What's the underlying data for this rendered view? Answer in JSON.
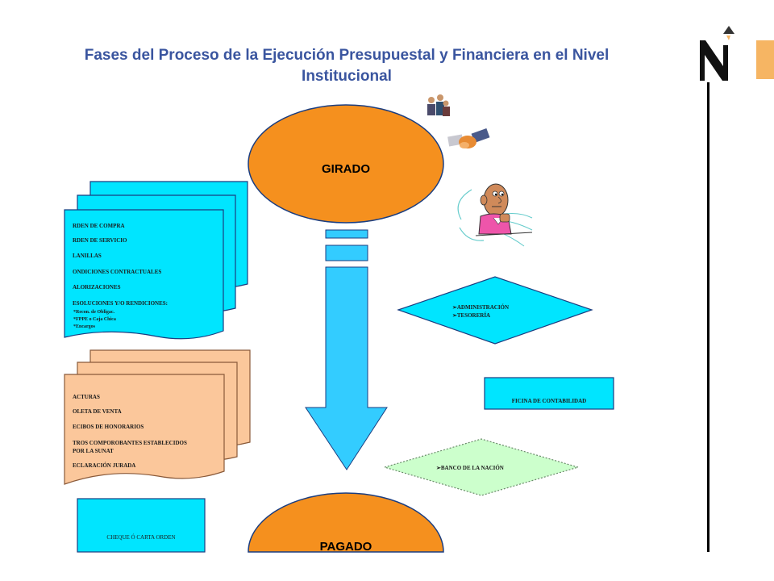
{
  "title": {
    "line1": "Fases del Proceso de la Ejecución Presupuestal y Financiera en el Nivel",
    "line2": "Institucional"
  },
  "colors": {
    "title": "#3a559f",
    "ellipse_fill": "#f5901e",
    "cyan_fill": "#00e5ff",
    "peach_fill": "#fbc79b",
    "green_fill": "#ccffcc",
    "logo_accent": "#f6b563"
  },
  "ellipses": {
    "girado": "GIRADO",
    "pagado": "PAGADO"
  },
  "cyan_doc": {
    "lines": [
      "RDEN DE COMPRA",
      "RDEN DE SERVICIO",
      "LANILLAS",
      "ONDICIONES CONTRACTUALES",
      "ALORIZACIONES",
      "ESOLUCIONES Y/O RENDICIONES:",
      "*Recon. de Obligac.",
      "*FPPE o Caja Chica",
      "*Encargos"
    ]
  },
  "peach_doc": {
    "lines": [
      "ACTURAS",
      "OLETA DE VENTA",
      "ECIBOS DE HONORARIOS",
      "TROS COMPOROBANTES ESTABLECIDOS",
      "POR LA SUNAT",
      "ECLARACIÓN JURADA"
    ]
  },
  "diamond_admin": {
    "line1": "ADMINISTRACIÓN",
    "line2": "TESORERÍA"
  },
  "box_contabilidad": "FICINA DE CONTABILIDAD",
  "diamond_banco": "BANCO DE LA NACIÓN",
  "box_cheque": "CHEQUE Ó CARTA ORDEN",
  "icons": [
    "people-clipart-icon",
    "handshake-clipart-icon",
    "man-at-desk-clipart-icon",
    "logo-icon"
  ]
}
